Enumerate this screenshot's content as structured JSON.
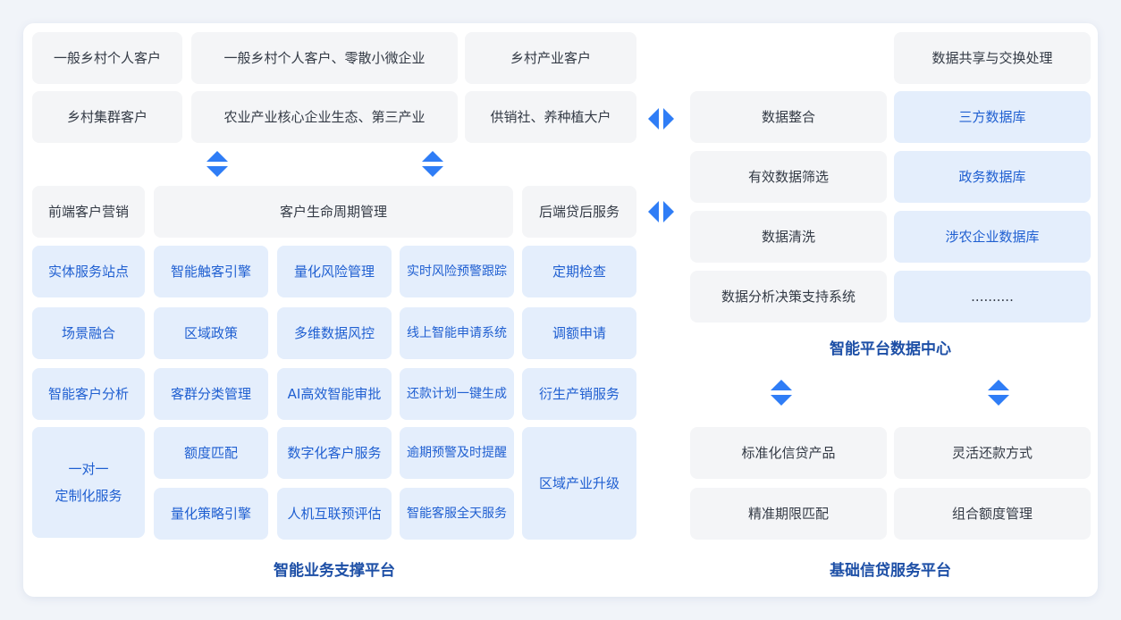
{
  "customers": {
    "rural_individual": "一般乡村个人客户",
    "rural_individual_micro": "一般乡村个人客户、零散小微企业",
    "rural_industry": "乡村产业客户",
    "rural_cluster": "乡村集群客户",
    "agri_core_ecosystem": "农业产业核心企业生态、第三产业",
    "supply_farming": "供销社、养种植大户"
  },
  "business": {
    "front_header": "前端客户营销",
    "lifecycle_header": "客户生命周期管理",
    "back_header": "后端贷后服务",
    "front": [
      "实体服务站点",
      "场景融合",
      "智能客户分析",
      "一对一",
      "定制化服务"
    ],
    "col2": [
      "智能触客引擎",
      "区域政策",
      "客群分类管理",
      "额度匹配",
      "量化策略引擎"
    ],
    "col3": [
      "量化风险管理",
      "多维数据风控",
      "AI高效智能审批",
      "数字化客户服务",
      "人机互联预评估"
    ],
    "col4": [
      "实时风险预警跟踪",
      "线上智能申请系统",
      "还款计划一键生成",
      "逾期预警及时提醒",
      "智能客服全天服务"
    ],
    "back": [
      "定期检查",
      "调额申请",
      "衍生产销服务",
      "区域产业升级"
    ],
    "title": "智能业务支撑平台"
  },
  "data_center": {
    "sharing": "数据共享与交换处理",
    "left": [
      "数据整合",
      "有效数据筛选",
      "数据清洗",
      "数据分析决策支持系统"
    ],
    "right": [
      "三方数据库",
      "政务数据库",
      "涉农企业数据库",
      ".........."
    ],
    "title": "智能平台数据中心"
  },
  "credit": {
    "items": [
      "标准化信贷产品",
      "灵活还款方式",
      "精准期限匹配",
      "组合额度管理"
    ],
    "title": "基础信贷服务平台"
  },
  "colors": {
    "accent": "#2f7df6",
    "title": "#1d4fa6",
    "blue_fill": "#e4eefc",
    "gray_fill": "#f4f5f7"
  }
}
